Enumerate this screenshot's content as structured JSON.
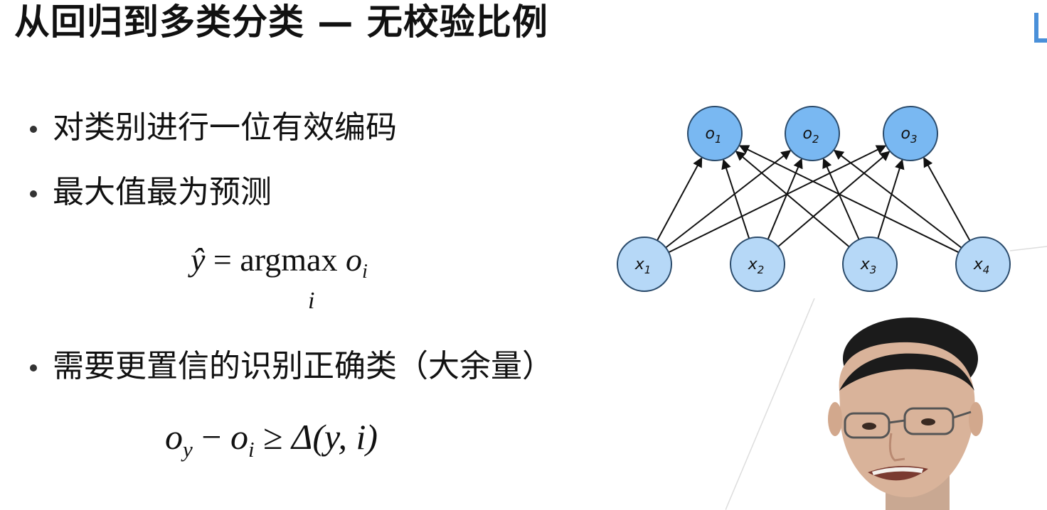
{
  "slide": {
    "title": "从回归到多类分类 — 无校验比例",
    "bullets": [
      "对类别进行一位有效编码",
      "最大值最为预测",
      "需要更置信的识别正确类（大余量）"
    ]
  },
  "equations": {
    "argmax": {
      "lhs": "ŷ",
      "eq": "=",
      "op": "argmax",
      "var": "o",
      "var_sub": "i",
      "under": "i"
    },
    "margin": {
      "o1": "o",
      "o1_sub": "y",
      "minus": "−",
      "o2": "o",
      "o2_sub": "i",
      "ge": "≥",
      "rhs": "Δ(y, i)"
    }
  },
  "diagram": {
    "outputs": [
      {
        "name": "o",
        "sub": "1"
      },
      {
        "name": "o",
        "sub": "2"
      },
      {
        "name": "o",
        "sub": "3"
      }
    ],
    "inputs": [
      {
        "name": "x",
        "sub": "1"
      },
      {
        "name": "x",
        "sub": "2"
      },
      {
        "name": "x",
        "sub": "3"
      },
      {
        "name": "x",
        "sub": "4"
      }
    ],
    "colors": {
      "output_fill": "#79b8f2",
      "input_fill": "#b6d8f7",
      "stroke": "#2a4a6a",
      "edge": "#111111"
    }
  },
  "colors": {
    "accent": "#4a90d9",
    "text": "#111111"
  }
}
